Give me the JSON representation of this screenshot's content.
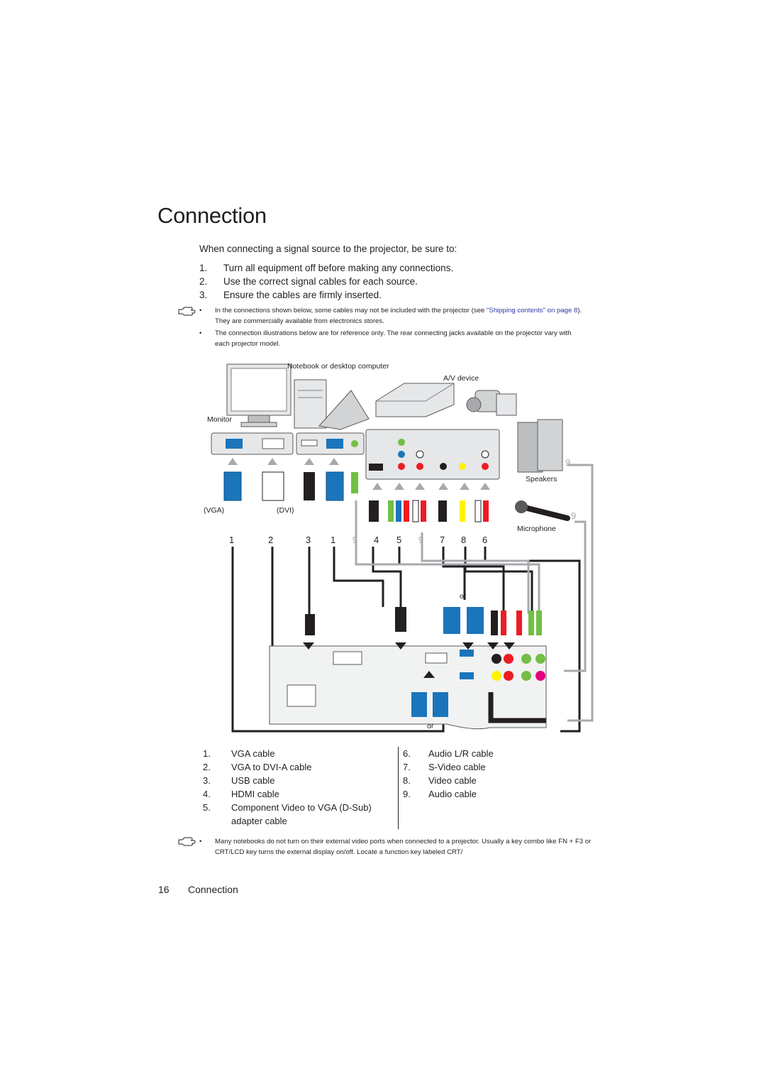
{
  "title": "Connection",
  "intro": "When connecting a signal source to the projector, be sure to:",
  "steps": [
    {
      "n": "1.",
      "text": "Turn all equipment off before making any connections."
    },
    {
      "n": "2.",
      "text": "Use the correct signal cables for each source."
    },
    {
      "n": "3.",
      "text": "Ensure the cables are firmly inserted."
    }
  ],
  "note1": {
    "bullet": "•",
    "line1a": "In the connections shown below, some cables may not be included with the projector (see ",
    "link": "\"Shipping contents\" on page 8",
    "line1b": "). They are commercially available from electronics stores."
  },
  "note2": {
    "bullet": "•",
    "text": "The connection illustrations below are for reference only. The rear connecting jacks available on the projector vary with each projector model."
  },
  "diagram": {
    "notebook": "Notebook or desktop computer",
    "av": "A/V device",
    "monitor": "Monitor",
    "speakers": "Speakers",
    "microphone": "Microphone",
    "vga": "(VGA)",
    "dvi": "(DVI)",
    "or1": "or",
    "or2": "or",
    "numbers": [
      "1",
      "2",
      "3",
      "1",
      "9",
      "4",
      "5",
      "9",
      "7",
      "8",
      "6"
    ],
    "speaker_num": "9",
    "mic_num": "9"
  },
  "legend_left": [
    {
      "n": "1.",
      "text": "VGA cable"
    },
    {
      "n": "2.",
      "text": "VGA to DVI-A cable"
    },
    {
      "n": "3.",
      "text": "USB cable"
    },
    {
      "n": "4.",
      "text": "HDMI cable"
    },
    {
      "n": "5.",
      "text": "Component Video to VGA (D-Sub)"
    },
    {
      "n": "",
      "text": "adapter cable"
    }
  ],
  "legend_right": [
    {
      "n": "6.",
      "text": "Audio L/R cable"
    },
    {
      "n": "7.",
      "text": "S-Video cable"
    },
    {
      "n": "8.",
      "text": "Video cable"
    },
    {
      "n": "9.",
      "text": "Audio cable"
    }
  ],
  "note3": {
    "bullet": "•",
    "text": "Many notebooks do not turn on their external video ports when connected to a projector. Usually a key combo like FN + F3 or CRT/LCD key turns the external display on/off. Locate a function key labeled CRT/"
  },
  "footer": {
    "page": "16",
    "title": "Connection"
  },
  "colors": {
    "vga_blue": "#1b75bb",
    "text": "#231f20",
    "link": "#2b3aa8"
  }
}
